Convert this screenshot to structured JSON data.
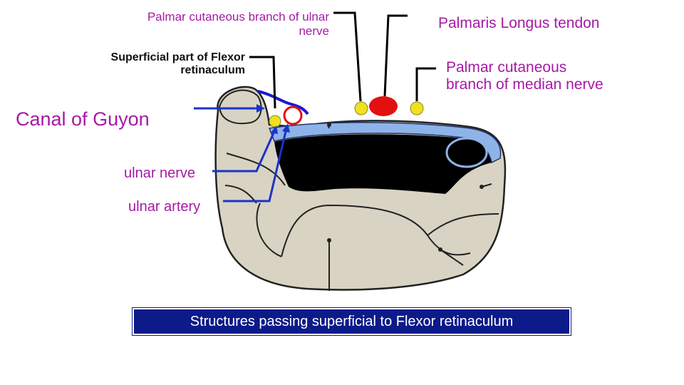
{
  "labels": {
    "palmar_cutaneous_ulnar": "Palmar cutaneous branch of ulnar nerve",
    "flexor_retinaculum_part": "Superficial part of Flexor retinaculum",
    "canal_of_guyon": "Canal of Guyon",
    "ulnar_nerve": "ulnar nerve",
    "ulnar_artery": "ulnar artery",
    "palmaris_longus": "Palmaris Longus tendon",
    "palmar_cutaneous_median": "Palmar cutaneous branch of median nerve"
  },
  "caption": "Structures passing superficial to Flexor retinaculum",
  "colors": {
    "label_text": "#a51aa5",
    "arrow": "#1a33cc",
    "retinaculum": "#8eb3e8",
    "canal_dark": "#000000",
    "bone": "#d9d3c3",
    "nerve_dot": "#f0e020",
    "tendon": "#e31010",
    "caption_bg": "#0c1a8a"
  }
}
